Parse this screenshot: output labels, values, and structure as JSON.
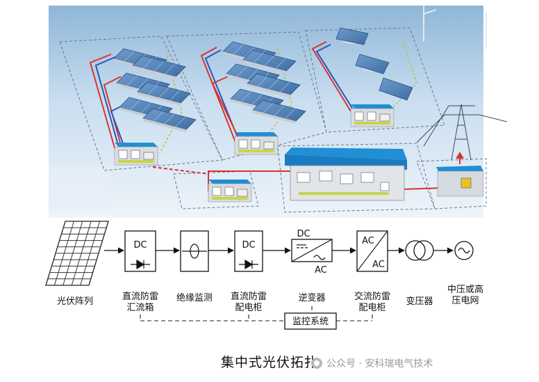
{
  "topology": {
    "pv_array": "光伏阵列",
    "dc_combiner": {
      "line1": "直流防雷",
      "line2": "汇流箱",
      "symbol": "DC"
    },
    "insulation": "绝缘监测",
    "dc_cabinet": {
      "line1": "直流防雷",
      "line2": "配电柜",
      "symbol": "DC"
    },
    "inverter": {
      "label": "逆变器",
      "sym_in": "DC",
      "sym_out": "AC"
    },
    "ac_cabinet": {
      "line1": "交流防雷",
      "line2": "配电柜",
      "sym_in": "AC",
      "sym_out": "AC"
    },
    "transformer": "变压器",
    "grid": {
      "line1": "中压或高",
      "line2": "压电网"
    },
    "monitoring": "监控系统"
  },
  "caption": "集中式光伏拓扑",
  "watermark": "公众号 · 安科瑞电气技术",
  "colors": {
    "sky": "#bfd8ec",
    "roof": "#1f8fd6",
    "dc_positive": "#d9342b",
    "dc_negative": "#2b56b8",
    "signal": "#b5c832"
  }
}
